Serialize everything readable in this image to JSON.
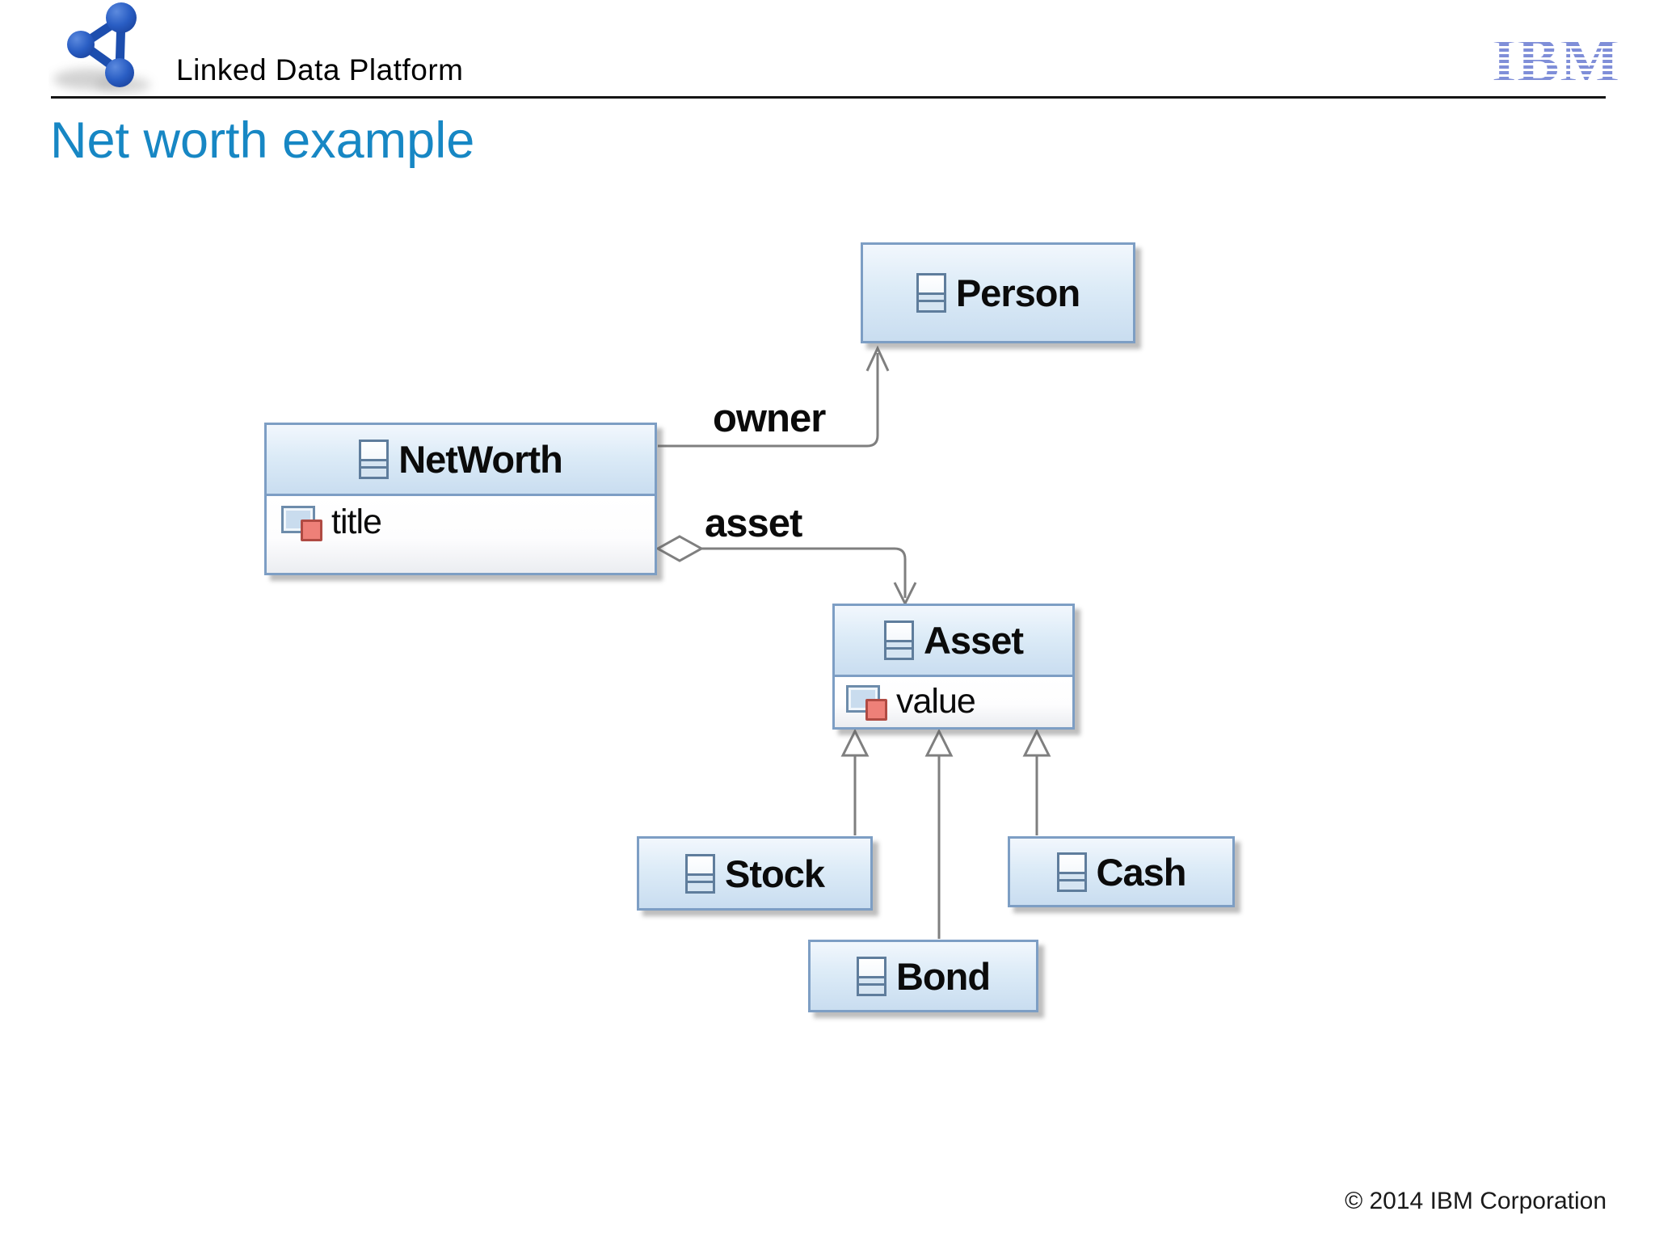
{
  "header": {
    "logo_icon": "linked-data-platform-logo",
    "product_name": "Linked Data Platform",
    "ibm_logo_text": "IBM"
  },
  "slide_title": "Net worth example",
  "footer": {
    "copyright": "© 2014 IBM Corporation"
  },
  "diagram": {
    "type": "uml-class-diagram",
    "classes": {
      "person": {
        "name": "Person",
        "attributes": []
      },
      "networth": {
        "name": "NetWorth",
        "attributes": [
          {
            "name": "title"
          }
        ]
      },
      "asset": {
        "name": "Asset",
        "attributes": [
          {
            "name": "value"
          }
        ]
      },
      "stock": {
        "name": "Stock",
        "attributes": []
      },
      "bond": {
        "name": "Bond",
        "attributes": []
      },
      "cash": {
        "name": "Cash",
        "attributes": []
      }
    },
    "relations": {
      "owner": {
        "label": "owner",
        "from": "NetWorth",
        "to": "Person",
        "kind": "directed-association"
      },
      "asset": {
        "label": "asset",
        "from": "NetWorth",
        "to": "Asset",
        "kind": "aggregation"
      },
      "generalizations": [
        {
          "from": "Stock",
          "to": "Asset"
        },
        {
          "from": "Bond",
          "to": "Asset"
        },
        {
          "from": "Cash",
          "to": "Asset"
        }
      ]
    },
    "colors": {
      "box_fill_top": "#f2f7fd",
      "box_fill_bottom": "#c9ddf0",
      "box_border": "#7d9ec4",
      "class_icon_border": "#5f7d9c",
      "attribute_marker_red": "#ee8078",
      "connector_gray": "#7f7f7f",
      "title_blue": "#1787c4",
      "ibm_logo_blue": "#7f8ed8",
      "ldp_logo_blue": "#1d4eae"
    }
  }
}
